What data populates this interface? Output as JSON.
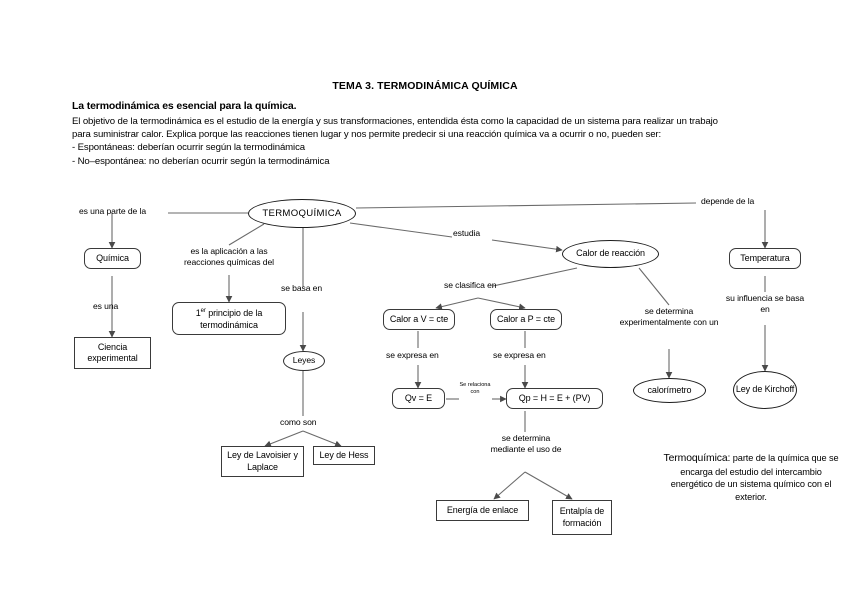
{
  "document": {
    "title": "TEMA 3. TERMODINÁMICA QUÍMICA",
    "lead": "La termodinámica es esencial para la química.",
    "paragraph_line1": "El objetivo de la termodinámica es el estudio de la energía y sus transformaciones, entendida ésta como la capacidad de un sistema para realizar un trabajo",
    "paragraph_line2": "para suministrar calor. Explica porque las reacciones tienen lugar y nos permite predecir si una reacción química va a ocurrir o no, pueden ser:",
    "bullet1": "- Espontáneas: deberían ocurrir según la termodinámica",
    "bullet2": "- No–espontánea: no deberían ocurrir según la termodinámica"
  },
  "concept_map": {
    "nodes": {
      "termoquimica": "TERMOQUÍMICA",
      "quimica": "Química",
      "ciencia_experimental": "Ciencia experimental",
      "primer_principio": "1er principio de la termodinámica",
      "primer_principio_ord": "1",
      "primer_principio_sup": "er",
      "primer_principio_rest": " principio de la termodinámica",
      "leyes": "Leyes",
      "ley_lavoisier": "Ley de Lavoisier y Laplace",
      "ley_hess": "Ley de Hess",
      "calor_de_reaccion": "Calor de reacción",
      "calor_v": "Calor a V = cte",
      "calor_p": "Calor a P = cte",
      "qv": "Qv = E",
      "qp": "Qp = H = E + (PV)",
      "energia_enlace": "Energía de enlace",
      "entalpia_formacion": "Entalpía de formación",
      "calorimetro": "calorímetro",
      "temperatura": "Temperatura",
      "ley_kirchoff": "Ley de Kirchoff"
    },
    "link_labels": {
      "es_una_parte_de_la": "es una parte de la",
      "es_una": "es una",
      "es_la_aplicacion": "es la aplicación a las reacciones químicas del",
      "se_basa_en": "se basa en",
      "como_son": "como son",
      "estudia": "estudia",
      "se_clasifica_en": "se clasifica en",
      "se_expresa_en_v": "se expresa en",
      "se_expresa_en_p": "se expresa en",
      "se_relaciona_con": "Se relaciona con",
      "se_determina_mediante": "se determina mediante el uso de",
      "se_determina_experimentalmente": "se determina experimentalmente con un",
      "depende_de_la": "depende de la",
      "su_influencia_se_basa_en": "su influencia se basa en"
    }
  },
  "definition": {
    "term": "Termoquímica:",
    "text": " parte de la química que se encarga del estudio del intercambio energético de un sistema químico con el exterior."
  },
  "colors": {
    "background": "#ffffff",
    "ink": "#000000",
    "stroke": "#3a3a3a",
    "wire": "#555555"
  }
}
